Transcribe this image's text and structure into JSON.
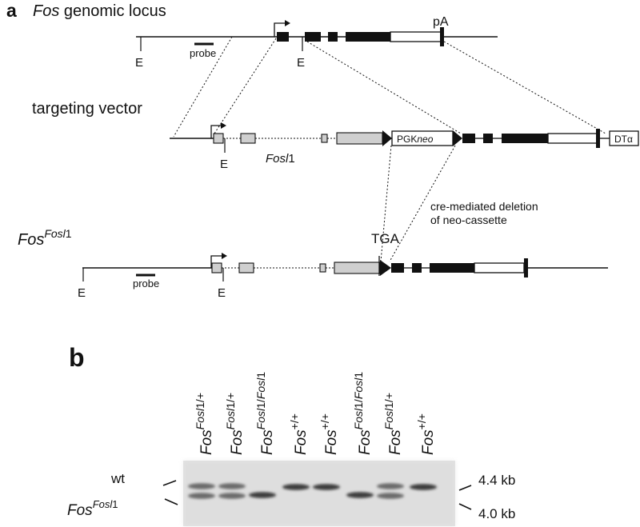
{
  "panel_a": {
    "letter": "a",
    "locus_title_italic": "Fos",
    "locus_title_rest": " genomic locus",
    "pA": "pA",
    "probe": "probe",
    "E": "E",
    "vector_title": "targeting vector",
    "pgk_main": "PGK",
    "pgk_italic": "neo",
    "dt": "DTα",
    "fosl1_italic": "Fosl",
    "fosl1_rest": "1",
    "cre_line1": "cre-mediated deletion",
    "cre_line2": "of neo-cassette",
    "tga": "TGA",
    "allele_base": "Fos",
    "allele_sup_italic": "Fosl",
    "allele_sup_rest": "1"
  },
  "panel_b": {
    "letter": "b",
    "lanes": [
      {
        "sup_italic": "Fosl",
        "sup_rest": "1/+"
      },
      {
        "sup_italic": "Fosl",
        "sup_rest": "1/+"
      },
      {
        "sup_italic": "Fosl",
        "sup_rest": "1/",
        "sup_italic2": "Fosl",
        "sup_rest2": "1"
      },
      {
        "sup_italic": "",
        "sup_rest": "+/+"
      },
      {
        "sup_italic": "",
        "sup_rest": "+/+"
      },
      {
        "sup_italic": "Fosl",
        "sup_rest": "1/",
        "sup_italic2": "Fosl",
        "sup_rest2": "1"
      },
      {
        "sup_italic": "Fosl",
        "sup_rest": "1/+"
      },
      {
        "sup_italic": "",
        "sup_rest": "+/+"
      }
    ],
    "lane_base": "Fos",
    "wt_label": "wt",
    "mut_label_base": "Fos",
    "mut_label_sup_italic": "Fosl",
    "mut_label_sup_rest": "1",
    "size_upper": "4.4 kb",
    "size_lower": "4.0 kb",
    "band_pattern": [
      "het",
      "het",
      "mut",
      "wt",
      "wt",
      "mut",
      "het",
      "wt"
    ]
  }
}
